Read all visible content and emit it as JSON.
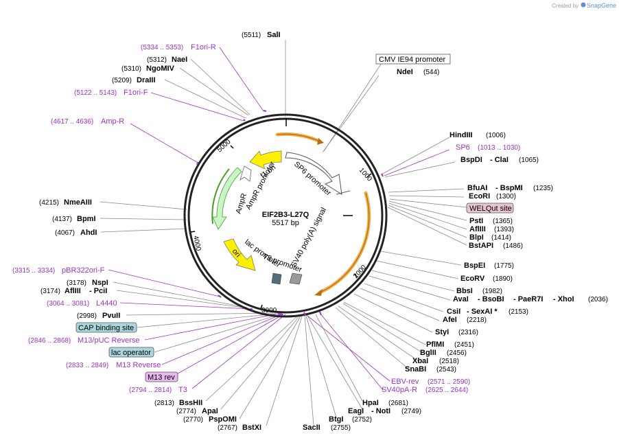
{
  "credit": {
    "prefix": "Created by",
    "brand": "SnapGene"
  },
  "plasmid": {
    "name": "EIF2B3-L27Q",
    "size_label": "5517 bp"
  },
  "ticks": [
    "1000",
    "2000",
    "3000",
    "4000",
    "5000"
  ],
  "features": {
    "sp6_promoter": "SP6 promoter",
    "sv40": "SV40 poly(A) signal",
    "t3": "T3 promoter",
    "lac": "lac promoter",
    "ori": "ori",
    "ampr": "AmpR",
    "ampr_promoter": "AmpR promoter",
    "f1_ori": "f1 ori"
  },
  "right_labels": [
    {
      "name": "CMV IE94 promoter",
      "boxed": true
    },
    {
      "name": "NdeI",
      "pos": "(544)"
    },
    {
      "name": "HindIII",
      "pos": "(1006)"
    },
    {
      "name": "SP6",
      "pos": "(1013 .. 1030)",
      "primer": true
    },
    {
      "name": "BspDI",
      "name2": "- ClaI",
      "pos": "(1065)"
    },
    {
      "name": "BfuAI",
      "name2": "- BspMI",
      "pos": "(1235)"
    },
    {
      "name": "EcoRI",
      "pos": "(1300)"
    },
    {
      "name": "WELQut site",
      "boxed": true
    },
    {
      "name": "PstI",
      "pos": "(1365)"
    },
    {
      "name": "AflIII",
      "pos": "(1393)"
    },
    {
      "name": "BlpI",
      "pos": "(1414)"
    },
    {
      "name": "BstAPI",
      "pos": "(1486)"
    },
    {
      "name": "BspEI",
      "pos": "(1775)"
    },
    {
      "name": "EcoRV",
      "pos": "(1890)"
    },
    {
      "name": "BbsI",
      "pos": "(1982)"
    },
    {
      "name": "AvaI",
      "name2": "- BsoBI",
      "name3": "- PaeR7I",
      "name4": "- XhoI",
      "pos": "(2036)"
    },
    {
      "name": "CsiI",
      "name2": "- SexAI *",
      "pos": "(2153)"
    },
    {
      "name": "AfeI",
      "pos": "(2218)"
    },
    {
      "name": "StyI",
      "pos": "(2316)"
    },
    {
      "name": "PflMI",
      "pos": "(2451)"
    },
    {
      "name": "BglII",
      "pos": "(2456)"
    },
    {
      "name": "XbaI",
      "pos": "(2518)"
    },
    {
      "name": "SnaBI",
      "pos": "(2543)"
    },
    {
      "name": "EBV-rev",
      "pos": "(2571 .. 2590)",
      "primer": true
    },
    {
      "name": "SV40pA-R",
      "pos": "(2625 .. 2644)",
      "primer": true
    }
  ],
  "bottom_labels": [
    {
      "name": "HpaI",
      "pos": "(2681)"
    },
    {
      "name": "EagI",
      "name2": "- NotI",
      "pos": "(2749)"
    },
    {
      "name": "BtgI",
      "pos": "(2752)"
    },
    {
      "name": "SacII",
      "pos": "(2755)"
    },
    {
      "name": "BstXI",
      "pos": "(2767)"
    },
    {
      "name": "PspOMI",
      "pos": "(2770)"
    },
    {
      "name": "ApaI",
      "pos": "(2774)"
    },
    {
      "name": "BssHII",
      "pos": "(2813)"
    }
  ],
  "left_labels": [
    {
      "name": "SalI",
      "pos": "(5511)"
    },
    {
      "name": "F1ori-R",
      "pos": "(5334 .. 5353)",
      "primer": true
    },
    {
      "name": "NaeI",
      "pos": "(5312)"
    },
    {
      "name": "NgoMIV",
      "pos": "(5310)"
    },
    {
      "name": "DraIII",
      "pos": "(5209)"
    },
    {
      "name": "F1ori-F",
      "pos": "(5122 .. 5143)",
      "primer": true
    },
    {
      "name": "Amp-R",
      "pos": "(4617 .. 4636)",
      "primer": true
    },
    {
      "name": "NmeAIII",
      "pos": "(4215)"
    },
    {
      "name": "BpmI",
      "pos": "(4137)"
    },
    {
      "name": "AhdI",
      "pos": "(4067)"
    },
    {
      "name": "pBR322ori-F",
      "pos": "(3315 .. 3334)",
      "primer": true
    },
    {
      "name": "NspI",
      "pos": "(3178)"
    },
    {
      "name": "AflIII",
      "name2": "- PciI",
      "pos": "(3174)"
    },
    {
      "name": "L4440",
      "pos": "(3064 .. 3081)",
      "primer": true
    },
    {
      "name": "PvuII",
      "pos": "(2998)"
    },
    {
      "name": "CAP binding site",
      "boxed": true
    },
    {
      "name": "M13/pUC Reverse",
      "pos": "(2846 .. 2868)",
      "primer": true
    },
    {
      "name": "lac operator",
      "boxed": true
    },
    {
      "name": "M13 Reverse",
      "pos": "(2833 .. 2849)",
      "primer": true
    },
    {
      "name": "M13 rev",
      "boxed": true
    },
    {
      "name": "T3",
      "pos": "(2794 .. 2814)",
      "primer": true
    }
  ],
  "colors": {
    "primer": "#9a31c6",
    "cmv_box": "#ffffff",
    "welqut_box": "#e7c3d3",
    "cap_box": "#a9d7dd",
    "lac_box": "#a9d7dd",
    "m13_box": "#e7b9ef",
    "orf_stroke": "#f2b24a",
    "ori_fill": "#fff000",
    "ampr_fill": "#c8f7c5"
  }
}
